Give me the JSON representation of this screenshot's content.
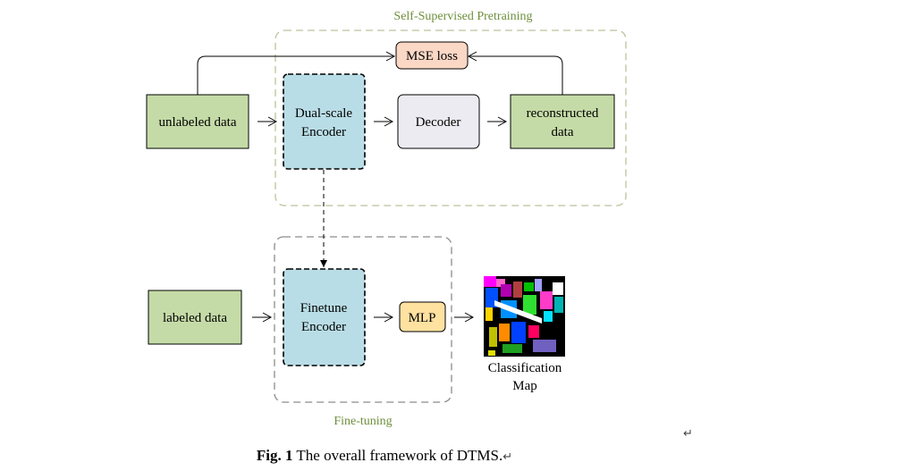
{
  "groups": {
    "pretraining": {
      "label": "Self-Supervised Pretraining",
      "color": "#6e8f3d"
    },
    "finetuning": {
      "label": "Fine-tuning",
      "color": "#6e8f3d"
    }
  },
  "boxes": {
    "unlabeled_data": "unlabeled data",
    "dual_scale_encoder": [
      "Dual-scale",
      "Encoder"
    ],
    "decoder": "Decoder",
    "reconstructed_data": [
      "reconstructed",
      "data"
    ],
    "mse_loss": "MSE loss",
    "labeled_data": "labeled data",
    "finetune_encoder": [
      "Finetune",
      "Encoder"
    ],
    "mlp": "MLP",
    "classification_map": [
      "Classification",
      "Map"
    ]
  },
  "caption": {
    "prefix": "Fig. 1",
    "text": " The overall framework of DTMS."
  },
  "colors": {
    "green_box": "#c5dba7",
    "blue_box": "#b9dde6",
    "gray_box": "#ecebf2",
    "peach_box": "#fbd7c5",
    "yellow_box": "#ffe1a0"
  }
}
